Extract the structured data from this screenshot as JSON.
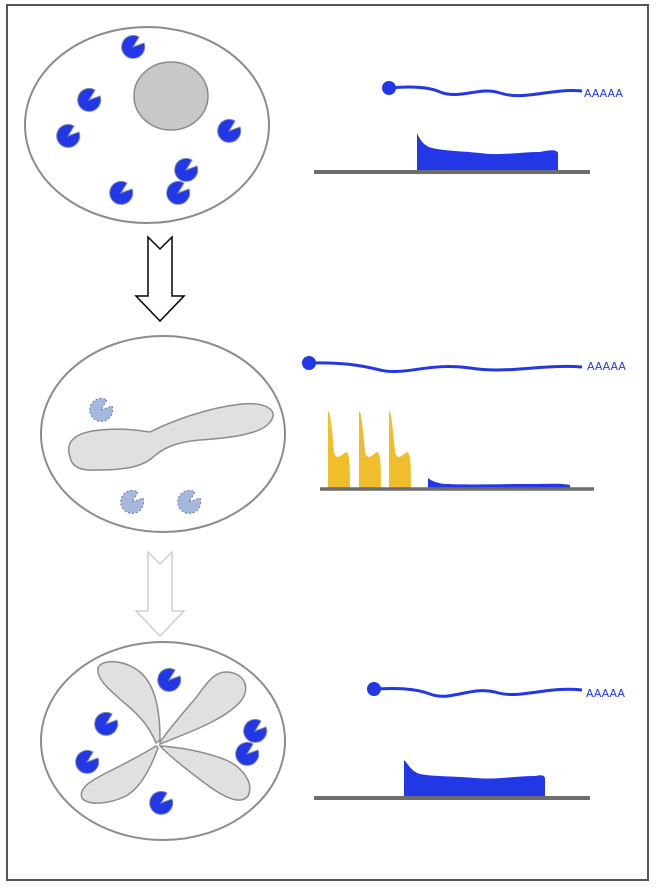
{
  "panels": [
    {
      "stage": "top",
      "polyA_label": "AAAAA"
    },
    {
      "stage": "middle",
      "polyA_label": "AAAAA"
    },
    {
      "stage": "bottom",
      "polyA_label": "AAAAA"
    }
  ],
  "colors": {
    "frame": "#555555",
    "cell_outline": "#8c8c8c",
    "cell_fill": "#ffffff",
    "nucleus_fill": "#c8c8c8",
    "fragment_fill": "#e0e0e0",
    "ribosome_blue": "#2237e6",
    "ribosome_faded": "#a7b8de",
    "mrna_blue": "#2237e6",
    "profile_blue": "#2237e6",
    "peak_yellow": "#f0bd2c",
    "axis_gray": "#6d6d6d",
    "arrow_dark": "#000000",
    "arrow_light": "#cfcfcf"
  },
  "icons": {
    "ribosome": "pacman-ribosome-icon",
    "arrow": "down-hollow-arrow-icon"
  }
}
